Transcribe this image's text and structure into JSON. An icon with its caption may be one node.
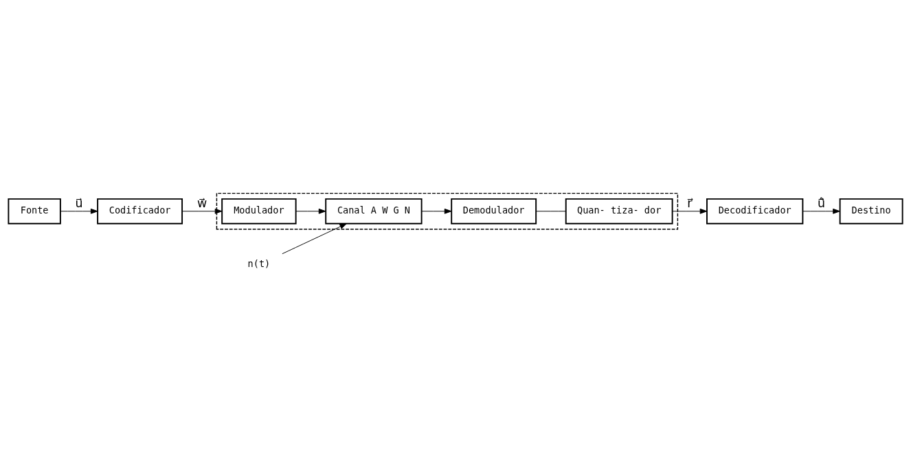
{
  "diagram": {
    "nodes": [
      {
        "text": [
          "Fonte"
        ]
      },
      {
        "text": [
          "Codificador"
        ]
      },
      {
        "text": [],
        "shape": "box"
      },
      {
        "text": [
          "Modulador"
        ],
        "in": 2
      },
      {
        "text": [
          "n(t)"
        ]
      },
      {
        "text": [
          "Canal A W G N"
        ],
        "in": 2
      },
      {
        "text": [
          "Destino"
        ]
      },
      {
        "text": [
          "Decodificador"
        ]
      },
      {
        "text": [
          "Quan- tiza- dor"
        ],
        "in": 2
      },
      {
        "text": [
          "Demodulador"
        ],
        "in": 2
      }
    ],
    "edges": [
      {
        "from": 0,
        "to": 1,
        "arrow": "to",
        "label": "u⃗"
      },
      {
        "from": 1,
        "to": 3,
        "arrow": "to",
        "label": "w⃗"
      },
      {
        "from": 3,
        "to": 5,
        "arrow": "to"
      },
      {
        "from": 4,
        "to": 5,
        "arrow": "to"
      },
      {
        "from": 5,
        "to": 9,
        "arrow": "to"
      },
      {
        "from": 9,
        "to": 8,
        "arrow": "none"
      },
      {
        "from": 8,
        "to": 7,
        "arrow": "to",
        "label": "r⃗"
      },
      {
        "from": 7,
        "to": 6,
        "arrow": "to",
        "label": "u⃗̂"
      }
    ]
  }
}
